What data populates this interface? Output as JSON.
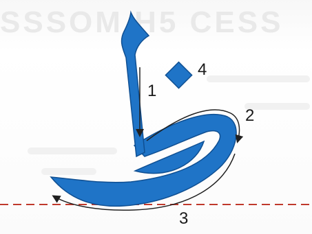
{
  "background_text": "SSSOM H5 CESS",
  "colors": {
    "letter_fill": "#1f74c7",
    "letter_outline": "#0f4f92",
    "stroke_arrow": "#202020",
    "baseline": "#c0392b"
  },
  "steps": [
    {
      "label": "1"
    },
    {
      "label": "4"
    },
    {
      "label": "2"
    },
    {
      "label": "3"
    }
  ]
}
